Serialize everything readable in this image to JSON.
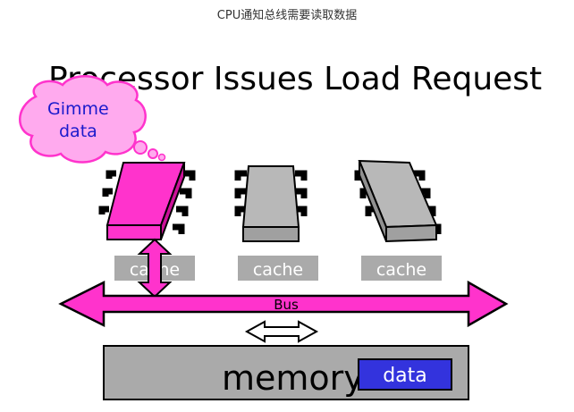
{
  "caption": "CPU通知总线需要读取数据",
  "slide": {
    "title": "Processor Issues Load Request",
    "thought_bubble": {
      "line1": "Gimme",
      "line2": "data"
    },
    "cache_labels": [
      "cache",
      "cache",
      "cache"
    ],
    "bus_label": "Bus",
    "memory_label": "memory",
    "data_label": "data"
  },
  "colors": {
    "magenta": "#ff33cc",
    "bubble_fill": "#ffaaee",
    "gray": "#aaaaaa",
    "chip_gray": "#b8b8b8",
    "data_blue": "#3333dd"
  }
}
